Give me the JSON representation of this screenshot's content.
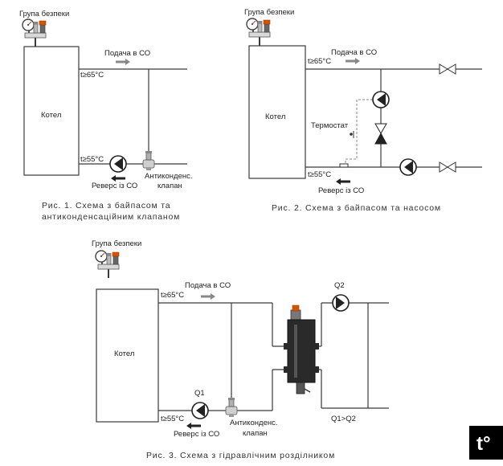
{
  "diagrams": {
    "fig1": {
      "safety_group": "Група безпеки",
      "boiler": "Котел",
      "supply": "Подача в СО",
      "t_supply": "t≥65°C",
      "t_return": "t≥55°C",
      "return": "Реверс із СО",
      "valve_line1": "Антиконденс.",
      "valve_line2": "клапан",
      "caption_line1": "Рис. 1. Схема з байпасом та",
      "caption_line2": "антиконденсаційним клапаном"
    },
    "fig2": {
      "safety_group": "Група безпеки",
      "boiler": "Котел",
      "supply": "Подача в СО",
      "t_supply": "t≥65°C",
      "t_return": "t≥55°C",
      "return": "Реверс із СО",
      "thermostat": "Термостат",
      "caption": "Рис. 2. Схема з байпасом та насосом"
    },
    "fig3": {
      "safety_group": "Група безпеки",
      "boiler": "Котел",
      "supply": "Подача в СО",
      "t_supply": "t≥65°C",
      "t_return": "t≥55°C",
      "return": "Реверс із СО",
      "pump_q1": "Q1",
      "pump_q2": "Q2",
      "valve_line1": "Антиконденс.",
      "valve_line2": "клапан",
      "flow_relation": "Q1>Q2",
      "caption": "Рис. 3. Схема з гідравлічним розділником"
    }
  },
  "logo": {
    "text": "t°"
  },
  "colors": {
    "line": "#3a3a3a",
    "arrow": "#888888",
    "separator": "#2a2a2a",
    "logo_bg": "#000000"
  },
  "icons": [
    "safety-group-icon",
    "pump-icon",
    "valve-icon",
    "check-valve-icon",
    "thermostat-icon",
    "hydraulic-separator-icon",
    "flow-arrow-icon",
    "return-arrow-icon",
    "ball-valve-icon",
    "logo-icon"
  ]
}
